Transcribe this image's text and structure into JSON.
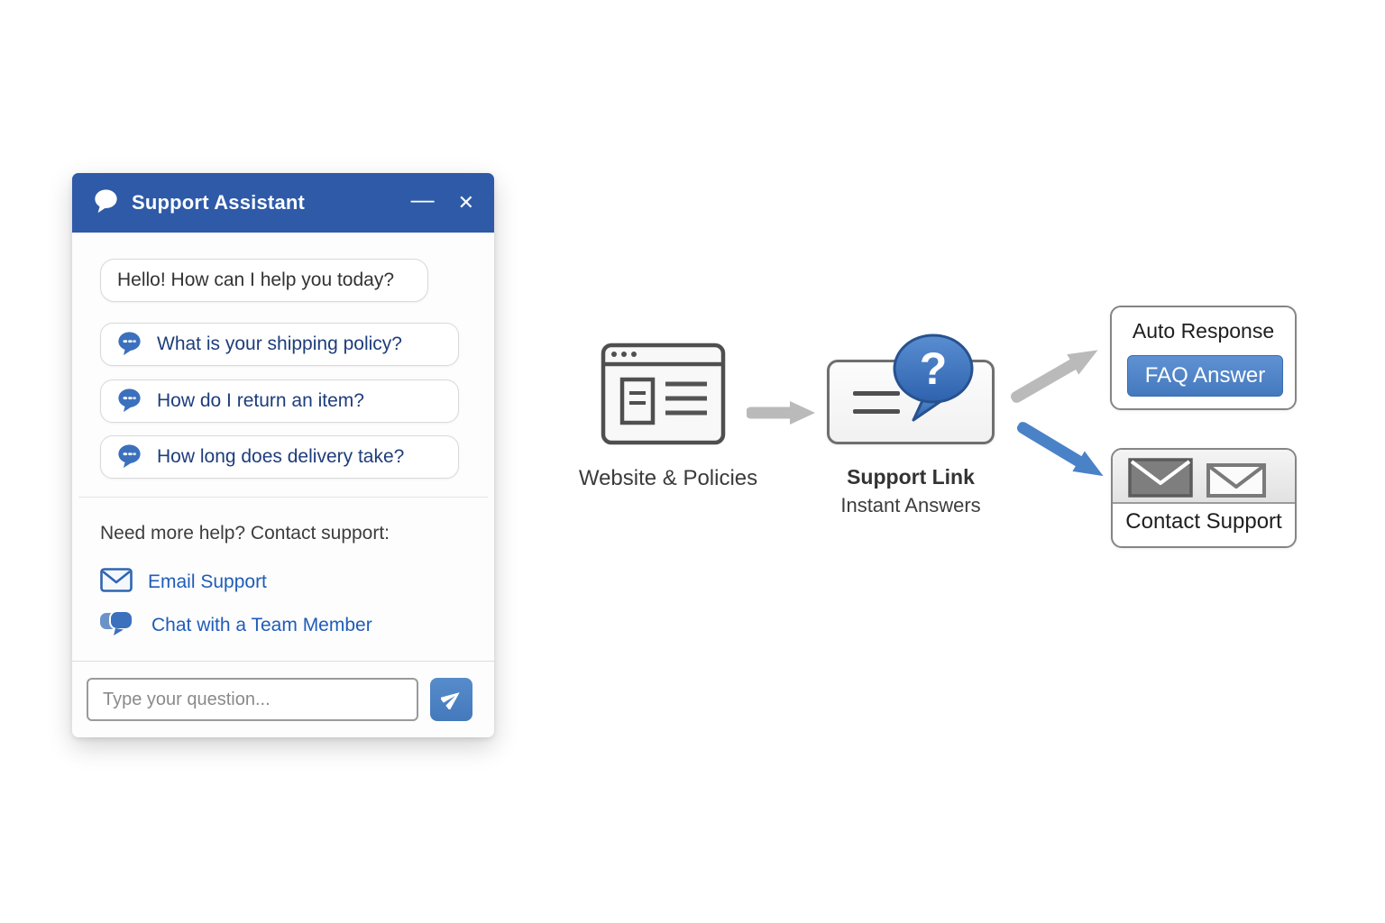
{
  "chat_widget": {
    "title": "Support Assistant",
    "window_controls": {
      "minimize_glyph": "—",
      "close_glyph": "✕"
    },
    "greeting": "Hello! How can I help you today?",
    "suggested_questions": [
      "What is your shipping policy?",
      "How do I return an item?",
      "How long does delivery take?"
    ],
    "help_prompt": "Need more help? Contact support:",
    "contact_links": [
      {
        "label": "Email Support",
        "icon": "envelope-icon"
      },
      {
        "label": "Chat with a Team Member",
        "icon": "chat-bubbles-icon"
      }
    ],
    "input_placeholder": "Type your question...",
    "send_icon": "paper-plane-icon",
    "colors": {
      "header_blue": "#2e5aa8",
      "question_text_navy": "#1d3d7c",
      "link_blue": "#1f5cb8",
      "icon_blue": "#3b70bd",
      "send_button_blue": "#447abc"
    }
  },
  "diagram": {
    "nodes": {
      "website": {
        "label": "Website & Policies",
        "icon": "browser-window-icon"
      },
      "support_link": {
        "label": "Support Link",
        "sublabel": "Instant Answers",
        "icon": "question-bubble-icon"
      },
      "auto_response": {
        "label": "Auto Response",
        "button_label": "FAQ Answer"
      },
      "contact_support": {
        "label": "Contact Support",
        "icons": [
          "envelope-filled-icon",
          "envelope-outline-icon"
        ]
      }
    },
    "arrows": [
      {
        "from": "website",
        "to": "support_link",
        "direction": "right",
        "color": "#bababa"
      },
      {
        "from": "support_link",
        "to": "auto_response",
        "direction": "up-right",
        "color": "#bababa"
      },
      {
        "from": "support_link",
        "to": "contact_support",
        "direction": "down-right",
        "color": "#4a82c8"
      }
    ],
    "colors": {
      "gray_arrow": "#bababa",
      "blue_arrow": "#4a82c8",
      "faq_button_blue": "#4579be"
    }
  }
}
